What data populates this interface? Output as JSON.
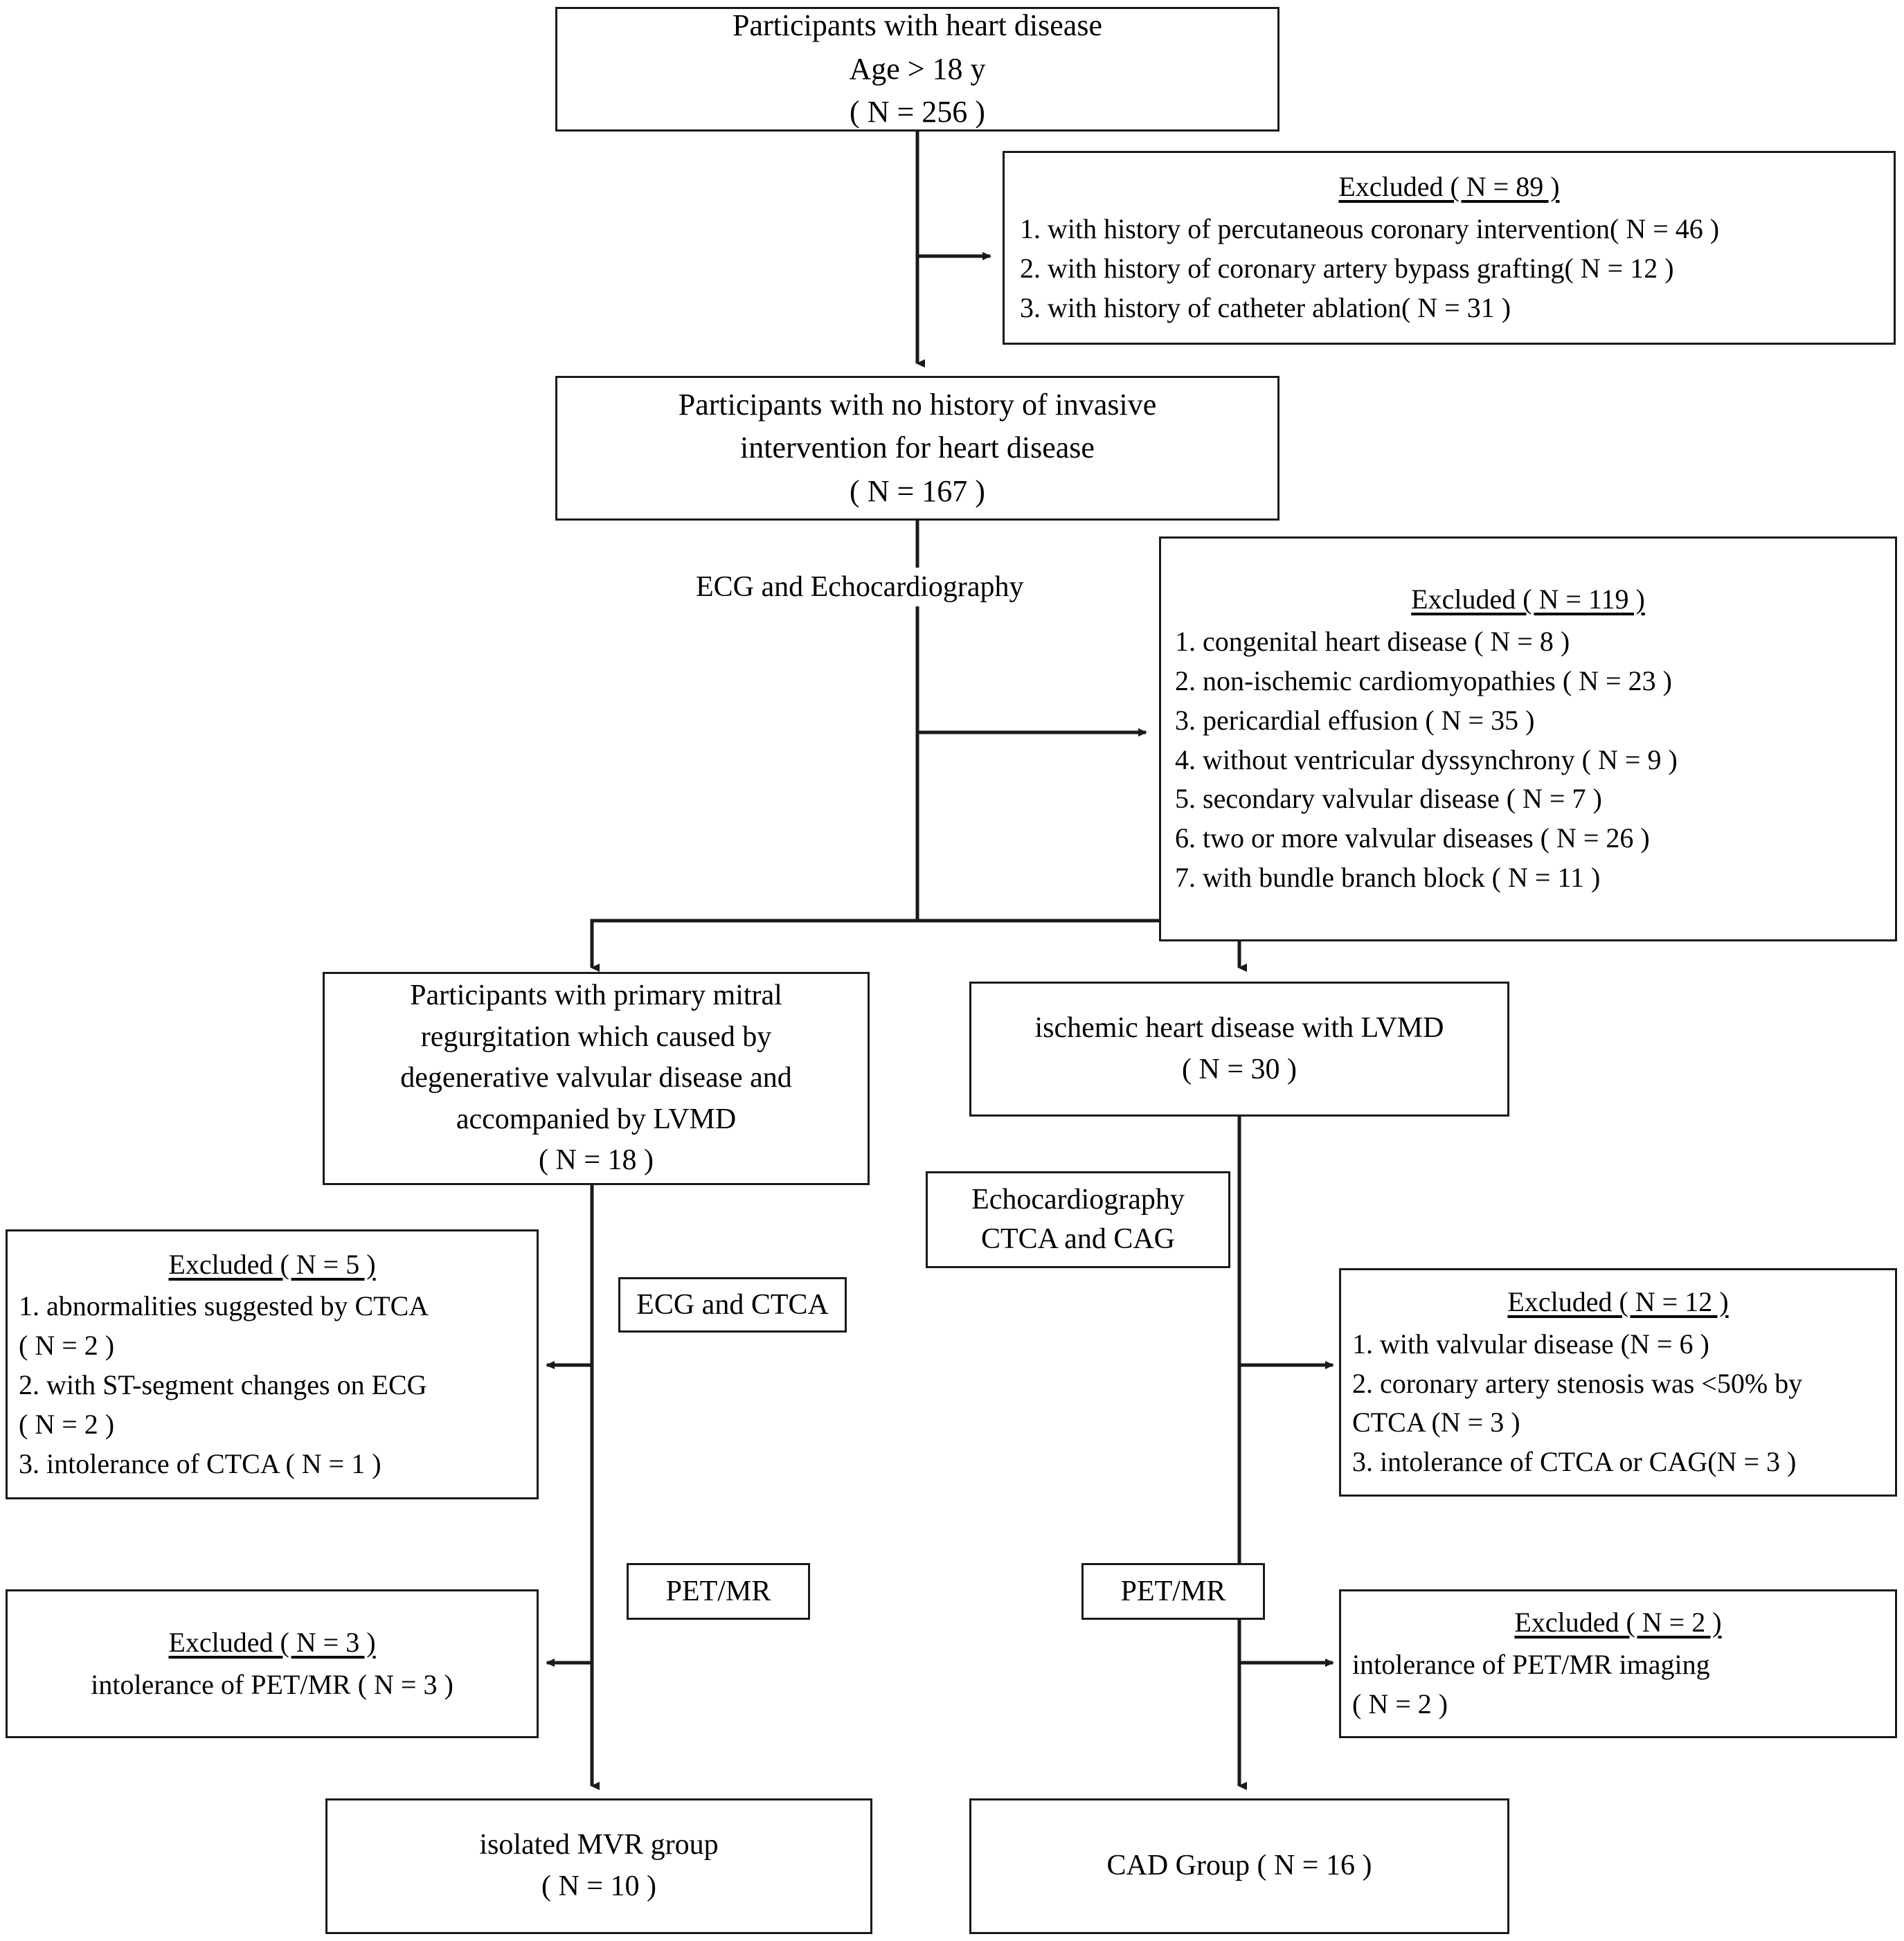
{
  "diagram": {
    "title": "Participant enrollment flow chart",
    "accent_color": "#1a1a1a",
    "background_color": "#ffffff"
  },
  "nodes": {
    "enrolled": {
      "lines": [
        "Participants with heart disease",
        "Age > 18 y",
        "( N = 256 )"
      ]
    },
    "no_invasive": {
      "lines": [
        "Participants with no history of invasive",
        "intervention for heart disease",
        "( N = 167 )"
      ]
    },
    "primary_mr": {
      "lines": [
        "Participants with primary mitral",
        "regurgitation which caused by",
        "degenerative valvular disease and",
        "accompanied by LVMD",
        "( N = 18 )"
      ]
    },
    "ihd_lvmd": {
      "lines": [
        "ischemic heart disease with LVMD",
        "( N = 30 )"
      ]
    },
    "mvr_group": {
      "lines": [
        "isolated MVR group",
        "( N = 10 )"
      ]
    },
    "cad_group": {
      "lines": [
        "CAD Group ( N = 16 )"
      ]
    }
  },
  "exclusions": {
    "excl_89": {
      "heading": "Excluded ( N = 89 )",
      "items": [
        "1. with history of percutaneous coronary intervention( N = 46 )",
        "2. with history of coronary artery bypass grafting( N = 12 )",
        "3. with history of catheter ablation( N = 31 )"
      ]
    },
    "excl_119": {
      "heading": "Excluded ( N = 119 )",
      "items": [
        "1. congenital heart disease ( N = 8 )",
        "2. non-ischemic cardiomyopathies ( N = 23 )",
        "3. pericardial effusion ( N = 35 )",
        "4. without ventricular dyssynchrony ( N = 9 )",
        "5. secondary valvular disease ( N = 7 )",
        "6.  two or more valvular diseases ( N = 26 )",
        "7. with bundle branch block ( N = 11 )"
      ]
    },
    "excl_5": {
      "heading": "Excluded ( N = 5 )",
      "items": [
        "1. abnormalities suggested by CTCA",
        "( N = 2 )",
        "2. with ST-segment changes on ECG",
        "( N = 2 )",
        "3. intolerance of CTCA ( N = 1 )"
      ]
    },
    "excl_12": {
      "heading": "Excluded ( N = 12 )",
      "items": [
        "1. with valvular  disease (N = 6 )",
        "2. coronary artery stenosis was <50% by",
        "CTCA (N = 3 )",
        "3. intolerance of CTCA or CAG(N = 3 )"
      ]
    },
    "excl_3": {
      "heading": "Excluded ( N = 3 )",
      "items": [
        "intolerance of PET/MR ( N = 3 )"
      ]
    },
    "excl_2": {
      "heading": "Excluded ( N = 2 )",
      "items": [
        "intolerance of PET/MR imaging",
        "( N = 2 )"
      ]
    }
  },
  "step_labels": {
    "ecg_echo": "ECG  and  Echocardiography",
    "echo_ctca_cag_l1": "Echocardiography",
    "echo_ctca_cag_l2": "CTCA and CAG",
    "ecg_ctca": "ECG and CTCA",
    "petmr_left": "PET/MR",
    "petmr_right": "PET/MR"
  }
}
